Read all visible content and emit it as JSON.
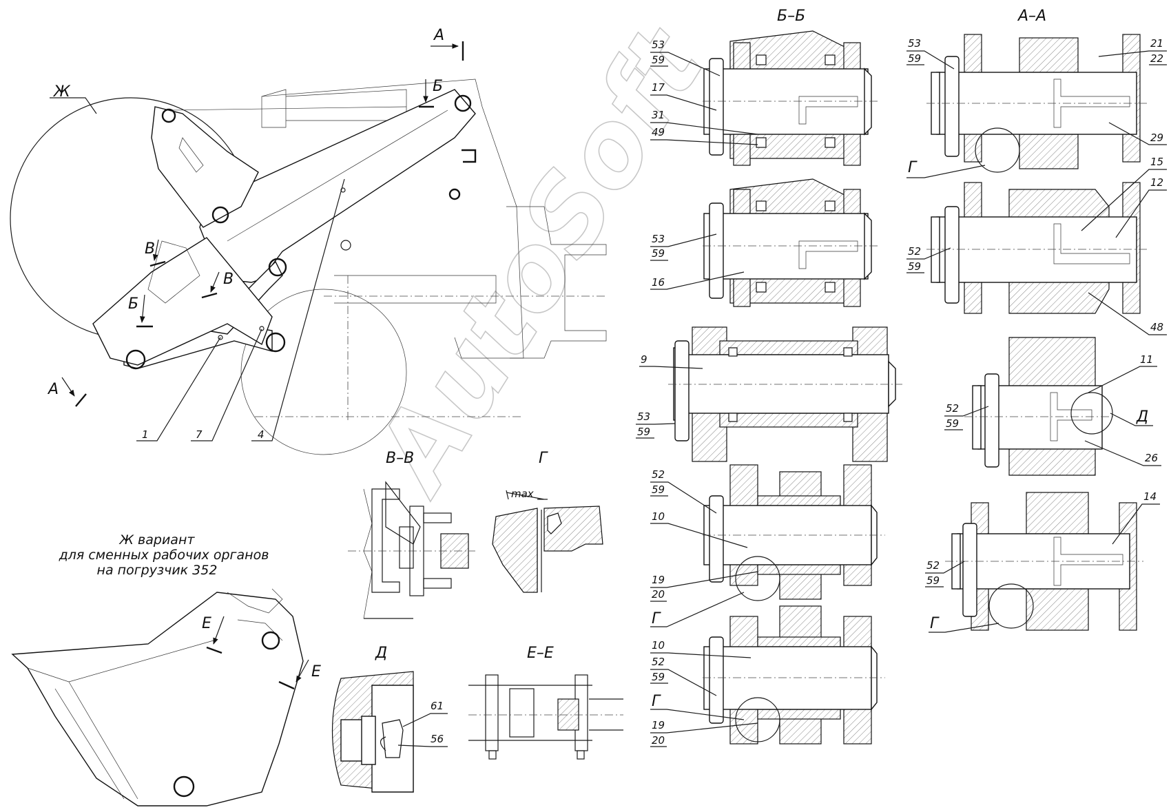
{
  "watermark": "AutoSoft",
  "views": {
    "bb": "Б–Б",
    "aa": "А–А",
    "vv": "В–В",
    "g": "Г",
    "d": "Д",
    "ee": "Е–Е"
  },
  "note": {
    "line1": "Ж вариант",
    "line2": "для сменных рабочих органов",
    "line3": "на погрузчик 352"
  },
  "tolerance_label": "max",
  "main_view": {
    "letters": {
      "zh": "Ж",
      "a_top": "А",
      "a_bottom": "А",
      "b_top": "Б",
      "b_left": "Б",
      "v_top": "В",
      "v_right": "В"
    },
    "parts": [
      "1",
      "7",
      "4"
    ]
  },
  "bb_views": [
    {
      "labels": [
        "53",
        "59",
        "17",
        "31",
        "49"
      ]
    },
    {
      "labels": [
        "53",
        "59",
        "16"
      ]
    },
    {
      "labels": [
        "9",
        "53",
        "59"
      ]
    },
    {
      "labels": [
        "52",
        "59",
        "10",
        "19",
        "20",
        "Г"
      ]
    },
    {
      "labels": [
        "10",
        "52",
        "59",
        "Г",
        "19",
        "20"
      ]
    }
  ],
  "aa_views": [
    {
      "labels": [
        "53",
        "59",
        "21",
        "22",
        "29",
        "Г"
      ]
    },
    {
      "labels": [
        "15",
        "12",
        "52",
        "59",
        "48"
      ]
    },
    {
      "labels": [
        "11",
        "52",
        "59",
        "Д",
        "26"
      ]
    },
    {
      "labels": [
        "14",
        "52",
        "59",
        "Г"
      ]
    }
  ],
  "bucket_view": {
    "letters": [
      "Е",
      "Е"
    ]
  },
  "d_view": {
    "labels": [
      "61",
      "56"
    ]
  }
}
